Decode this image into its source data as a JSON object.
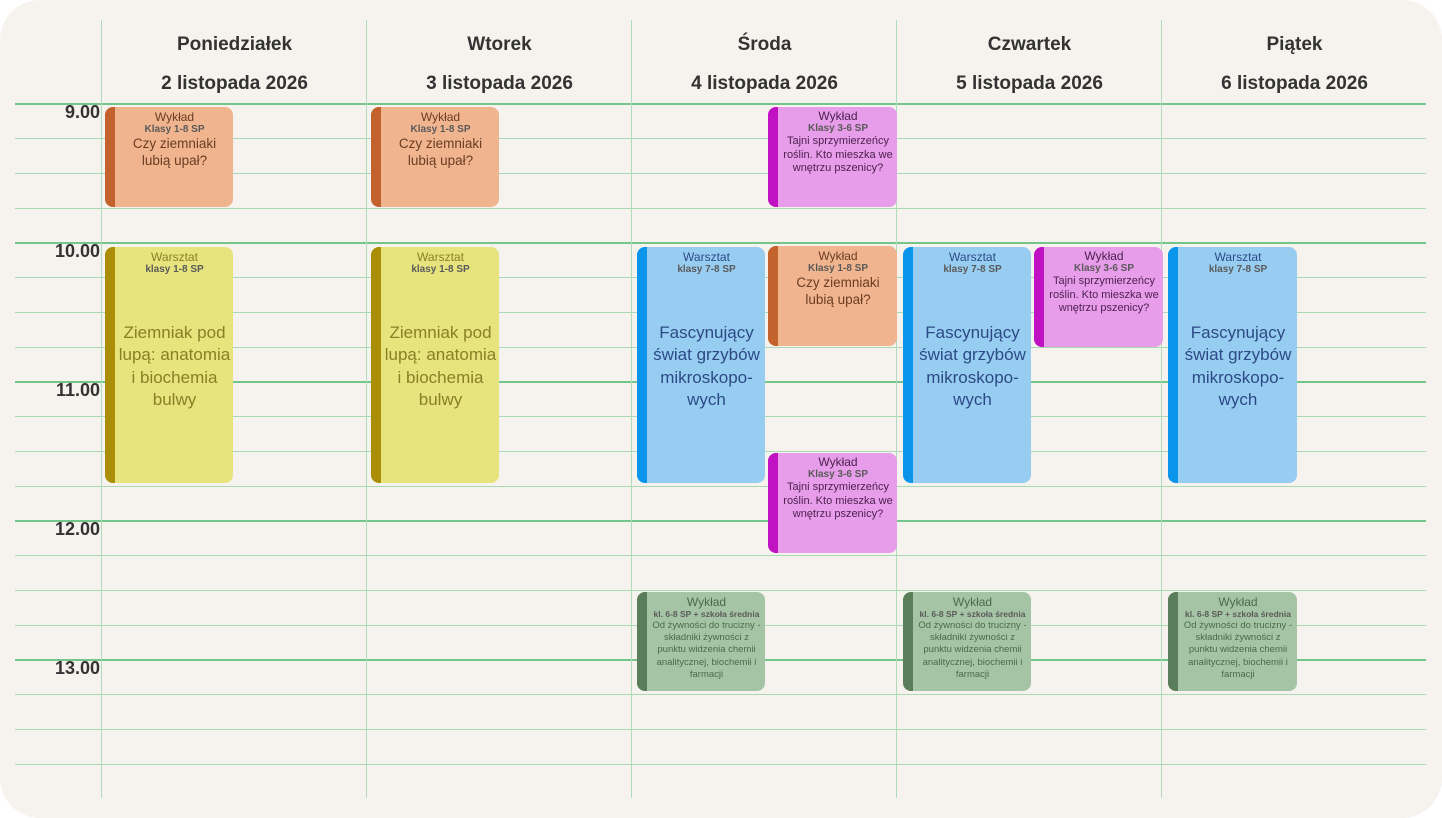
{
  "days": [
    {
      "name": "Poniedziałek",
      "date": "2 listopada 2026"
    },
    {
      "name": "Wtorek",
      "date": "3 listopada 2026"
    },
    {
      "name": "Środa",
      "date": "4 listopada 2026"
    },
    {
      "name": "Czwartek",
      "date": "5 listopada 2026"
    },
    {
      "name": "Piątek",
      "date": "6 listopada 2026"
    }
  ],
  "hours": [
    "9.00",
    "10.00",
    "11.00",
    "12.00",
    "13.00"
  ],
  "events": {
    "mon_lecture": {
      "type": "Wykład",
      "group": "Klasy 1-8 SP",
      "title": "Czy ziemniaki lubią upał?"
    },
    "mon_workshop": {
      "type": "Warsztat",
      "group": "klasy 1-8 SP",
      "title": "Ziemniak pod lupą: anatomia i biochemia bulwy"
    },
    "tue_lecture": {
      "type": "Wykład",
      "group": "Klasy 1-8 SP",
      "title": "Czy ziemniaki lubią upał?"
    },
    "tue_workshop": {
      "type": "Warsztat",
      "group": "klasy 1-8 SP",
      "title": "Ziemniak pod lupą: anatomia i biochemia bulwy"
    },
    "wed_lecture_1": {
      "type": "Wykład",
      "group": "Klasy 3-6 SP",
      "title": "Tajni sprzymierzeńcy roślin. Kto mieszka we wnętrzu pszenicy?"
    },
    "wed_workshop": {
      "type": "Warsztat",
      "group": "klasy 7-8 SP",
      "title": "Fascynujący świat grzybów mikroskopo-wych"
    },
    "wed_lecture_2": {
      "type": "Wykład",
      "group": "Klasy 1-8 SP",
      "title": "Czy ziemniaki lubią upał?"
    },
    "wed_lecture_3": {
      "type": "Wykład",
      "group": "Klasy 3-6 SP",
      "title": "Tajni sprzymierzeńcy roślin. Kto mieszka we wnętrzu pszenicy?"
    },
    "wed_lecture_4": {
      "type": "Wykład",
      "group": "kl. 6-8 SP + szkoła średnia",
      "title": "Od żywności do trucizny - składniki żywności z punktu widzenia chemii analitycznej, biochemii i farmacji"
    },
    "thu_workshop": {
      "type": "Warsztat",
      "group": "klasy 7-8 SP",
      "title": "Fascynujący świat grzybów mikroskopo-wych"
    },
    "thu_lecture_1": {
      "type": "Wykład",
      "group": "Klasy 3-6 SP",
      "title": "Tajni sprzymierzeńcy roślin. Kto mieszka we wnętrzu pszenicy?"
    },
    "thu_lecture_2": {
      "type": "Wykład",
      "group": "kl. 6-8 SP + szkoła średnia",
      "title": "Od żywności do trucizny - składniki żywności z punktu widzenia chemii analitycznej, biochemii i farmacji"
    },
    "fri_workshop": {
      "type": "Warsztat",
      "group": "klasy 7-8 SP",
      "title": "Fascynujący świat grzybów mikroskopo-wych"
    },
    "fri_lecture": {
      "type": "Wykład",
      "group": "kl. 6-8 SP + szkoła średnia",
      "title": "Od żywności do trucizny - składniki żywności z punktu widzenia chemii analitycznej, biochemii i farmacji"
    }
  }
}
